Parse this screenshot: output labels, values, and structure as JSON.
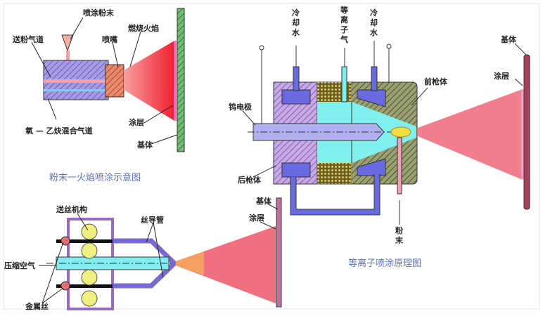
{
  "colors": {
    "gun_purple": "#9a8fe0",
    "flame_red": "#f0555f",
    "substrate_green": "#5db36a",
    "cyan": "#7ff0f0",
    "substrate_plasma": "#a8405a",
    "title_blue": "#5a6fb8"
  },
  "flame_spray": {
    "title": "粉末一火焰喷涂示意图",
    "powder": "喷涂粉末",
    "powder_channel": "送粉气道",
    "nozzle": "喷嘴",
    "flame": "燃烧火焰",
    "gas_channel": "氧 — 乙炔混合气道",
    "coating": "涂层",
    "substrate": "基体"
  },
  "plasma_spray": {
    "title": "等离子喷涂原理图",
    "cooling_water_1": [
      "冷",
      "却",
      "水"
    ],
    "plasma_gas": [
      "等",
      "离",
      "子",
      "气"
    ],
    "cooling_water_2": [
      "冷",
      "却",
      "水"
    ],
    "electrode": "钨电极",
    "rear_body": "后枪体",
    "front_body": "前枪体",
    "substrate": "基体",
    "coating": "涂层",
    "powder": [
      "粉",
      "末"
    ]
  },
  "wire_spray": {
    "feed_mechanism": "送丝机构",
    "wire_guide": "丝导管",
    "compressed_air": "压缩空气",
    "metal_wire": "金属丝",
    "substrate": "基体",
    "coating": "涂层"
  }
}
